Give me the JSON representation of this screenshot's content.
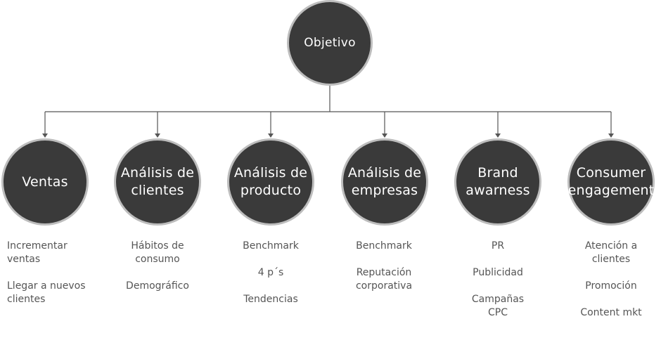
{
  "colors": {
    "circle_fill": "#3a3a3a",
    "circle_ring": "#bdbdbd",
    "connector": "#555555",
    "item_text": "#555555"
  },
  "root": {
    "label": "Objetivo"
  },
  "categories": [
    {
      "label": "Ventas",
      "items": [
        "Incrementar\nventas",
        "Llegar a nuevos\nclientes"
      ]
    },
    {
      "label": "Análisis de\nclientes",
      "items": [
        "Hábitos de\nconsumo",
        "Demográfico"
      ]
    },
    {
      "label": "Análisis de\nproducto",
      "items": [
        "Benchmark",
        "4 p´s",
        "Tendencias"
      ]
    },
    {
      "label": "Análisis de\nempresas",
      "items": [
        "Benchmark",
        "Reputación\ncorporativa"
      ]
    },
    {
      "label": "Brand\nawarness",
      "items": [
        "PR",
        "Publicidad",
        "Campañas\nCPC"
      ]
    },
    {
      "label": "Consumer\nengagement",
      "items": [
        "Atención a\nclientes",
        "Promoción",
        "Content mkt"
      ]
    }
  ]
}
